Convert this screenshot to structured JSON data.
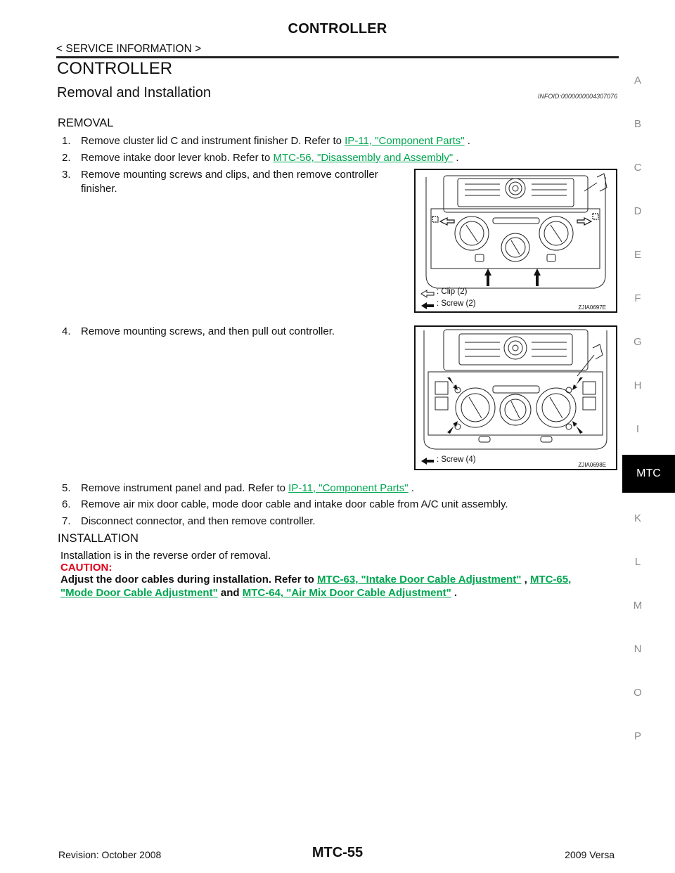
{
  "header": {
    "title": "CONTROLLER",
    "breadcrumb": "< SERVICE INFORMATION >"
  },
  "section": {
    "title": "CONTROLLER",
    "subtitle": "Removal and Installation",
    "info_id": "INFOID:0000000004307076"
  },
  "removal": {
    "heading": "REMOVAL",
    "steps": [
      {
        "num": "1.",
        "text": "Remove cluster lid C and instrument finisher D. Refer to ",
        "link": "IP-11, \"Component Parts\"",
        "after": " ."
      },
      {
        "num": "2.",
        "text": "Remove intake door lever knob. Refer to ",
        "link": "MTC-56, \"Disassembly and Assembly\"",
        "after": " ."
      },
      {
        "num": "3.",
        "text": "Remove mounting screws and clips, and then remove controller",
        "text2": "finisher."
      },
      {
        "num": "4.",
        "text": "Remove mounting screws, and then pull out controller."
      },
      {
        "num": "5.",
        "text": "Remove instrument panel and pad. Refer to ",
        "link": "IP-11, \"Component Parts\"",
        "after": " ."
      },
      {
        "num": "6.",
        "text": "Remove air mix door cable, mode door cable and intake door cable from A/C unit assembly."
      },
      {
        "num": "7.",
        "text": "Disconnect connector, and then remove controller."
      }
    ]
  },
  "figures": [
    {
      "legend": [
        ":  Clip (2)",
        ":  Screw (2)"
      ],
      "code": "ZJIA0697E"
    },
    {
      "legend": [
        ":  Screw (4)"
      ],
      "code": "ZJIA0698E"
    }
  ],
  "installation": {
    "heading": "INSTALLATION",
    "text": "Installation is in the reverse order of removal.",
    "caution_label": "CAUTION:",
    "caution_line1": "Adjust the door cables during installation. Refer to ",
    "link1": "MTC-63, \"Intake Door Cable Adjustment\"",
    "sep1": " , ",
    "link2a": "MTC-65,",
    "link2b": "\"Mode Door Cable Adjustment\"",
    "sep2": "  and ",
    "link3": "MTC-64, \"Air Mix Door Cable Adjustment\"",
    "end": " ."
  },
  "side_index": {
    "letters": [
      "A",
      "B",
      "C",
      "D",
      "E",
      "F",
      "G",
      "H",
      "I",
      "K",
      "L",
      "M",
      "N",
      "O",
      "P"
    ],
    "active": "MTC"
  },
  "footer": {
    "revision": "Revision: October 2008",
    "page": "MTC-55",
    "model": "2009 Versa"
  },
  "colors": {
    "link": "#00a651",
    "caution": "#e0001b"
  }
}
